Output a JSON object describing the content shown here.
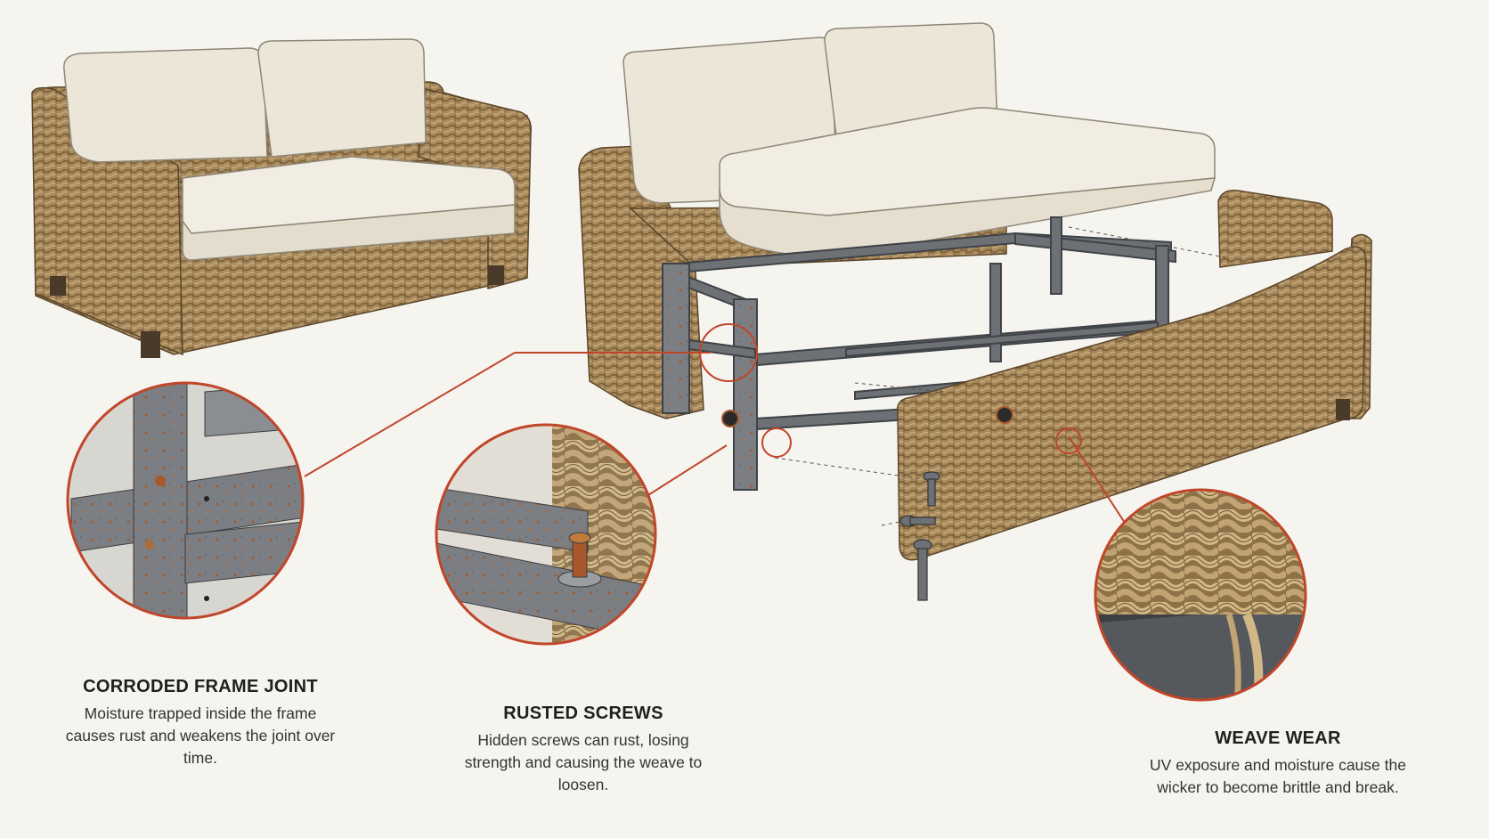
{
  "colors": {
    "background": "#f6f4ef",
    "wicker": "#a98a5c",
    "wicker_dark": "#6f5634",
    "cushion": "#ece6d9",
    "frame_metal": "#5d6064",
    "rust": "#a8582a",
    "callout_line": "#c0462a"
  },
  "callouts": {
    "frame_joint": {
      "title": "CORRODED FRAME JOINT",
      "description": "Moisture trapped inside the frame causes rust and weakens the joint over time."
    },
    "rusted_screws": {
      "title": "RUSTED SCREWS",
      "description": "Hidden screws can rust, losing strength and causing the weave to loosen."
    },
    "weave_wear": {
      "title": "WEAVE WEAR",
      "description": "UV exposure and moisture cause the wicker to become brittle and break."
    }
  }
}
